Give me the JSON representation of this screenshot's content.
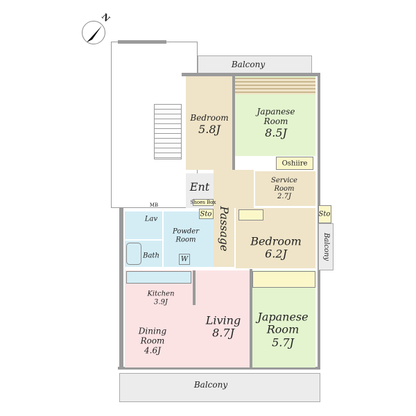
{
  "compass": {
    "label": "N"
  },
  "rooms": {
    "balcony_top": "Balcony",
    "bedroom1": {
      "name": "Bedroom",
      "size": "5.8J"
    },
    "japanese1": {
      "name": "Japanese\nRoom",
      "size": "8.5J"
    },
    "oshiire": "Oshiire",
    "ent": "Ent",
    "shoes_box": "Shoes Box",
    "sto1": "Sto",
    "service": {
      "name": "Service\nRoom",
      "size": "2.7J"
    },
    "passage": "Passage",
    "sto2": "Sto",
    "balcony_side": "Balcony",
    "bedroom2": {
      "name": "Bedroom",
      "size": "6.2J"
    },
    "mb": "MB",
    "lav": "Lav",
    "powder": "Powder\nRoom",
    "w": "W",
    "bath": "Bath",
    "kitchen": {
      "name": "Kitchen",
      "size": "3.9J"
    },
    "dining": {
      "name": "Dining\nRoom",
      "size": "4.6J"
    },
    "living": {
      "name": "Living",
      "size": "8.7J"
    },
    "japanese2": {
      "name": "Japanese\nRoom",
      "size": "5.7J"
    },
    "balcony_bottom": "Balcony"
  },
  "colors": {
    "wall": "#9a9a9a",
    "bedroom": "#efe4c8",
    "japanese": "#e4f4cf",
    "wet": "#d4edf5",
    "living": "#fbe3e4"
  }
}
